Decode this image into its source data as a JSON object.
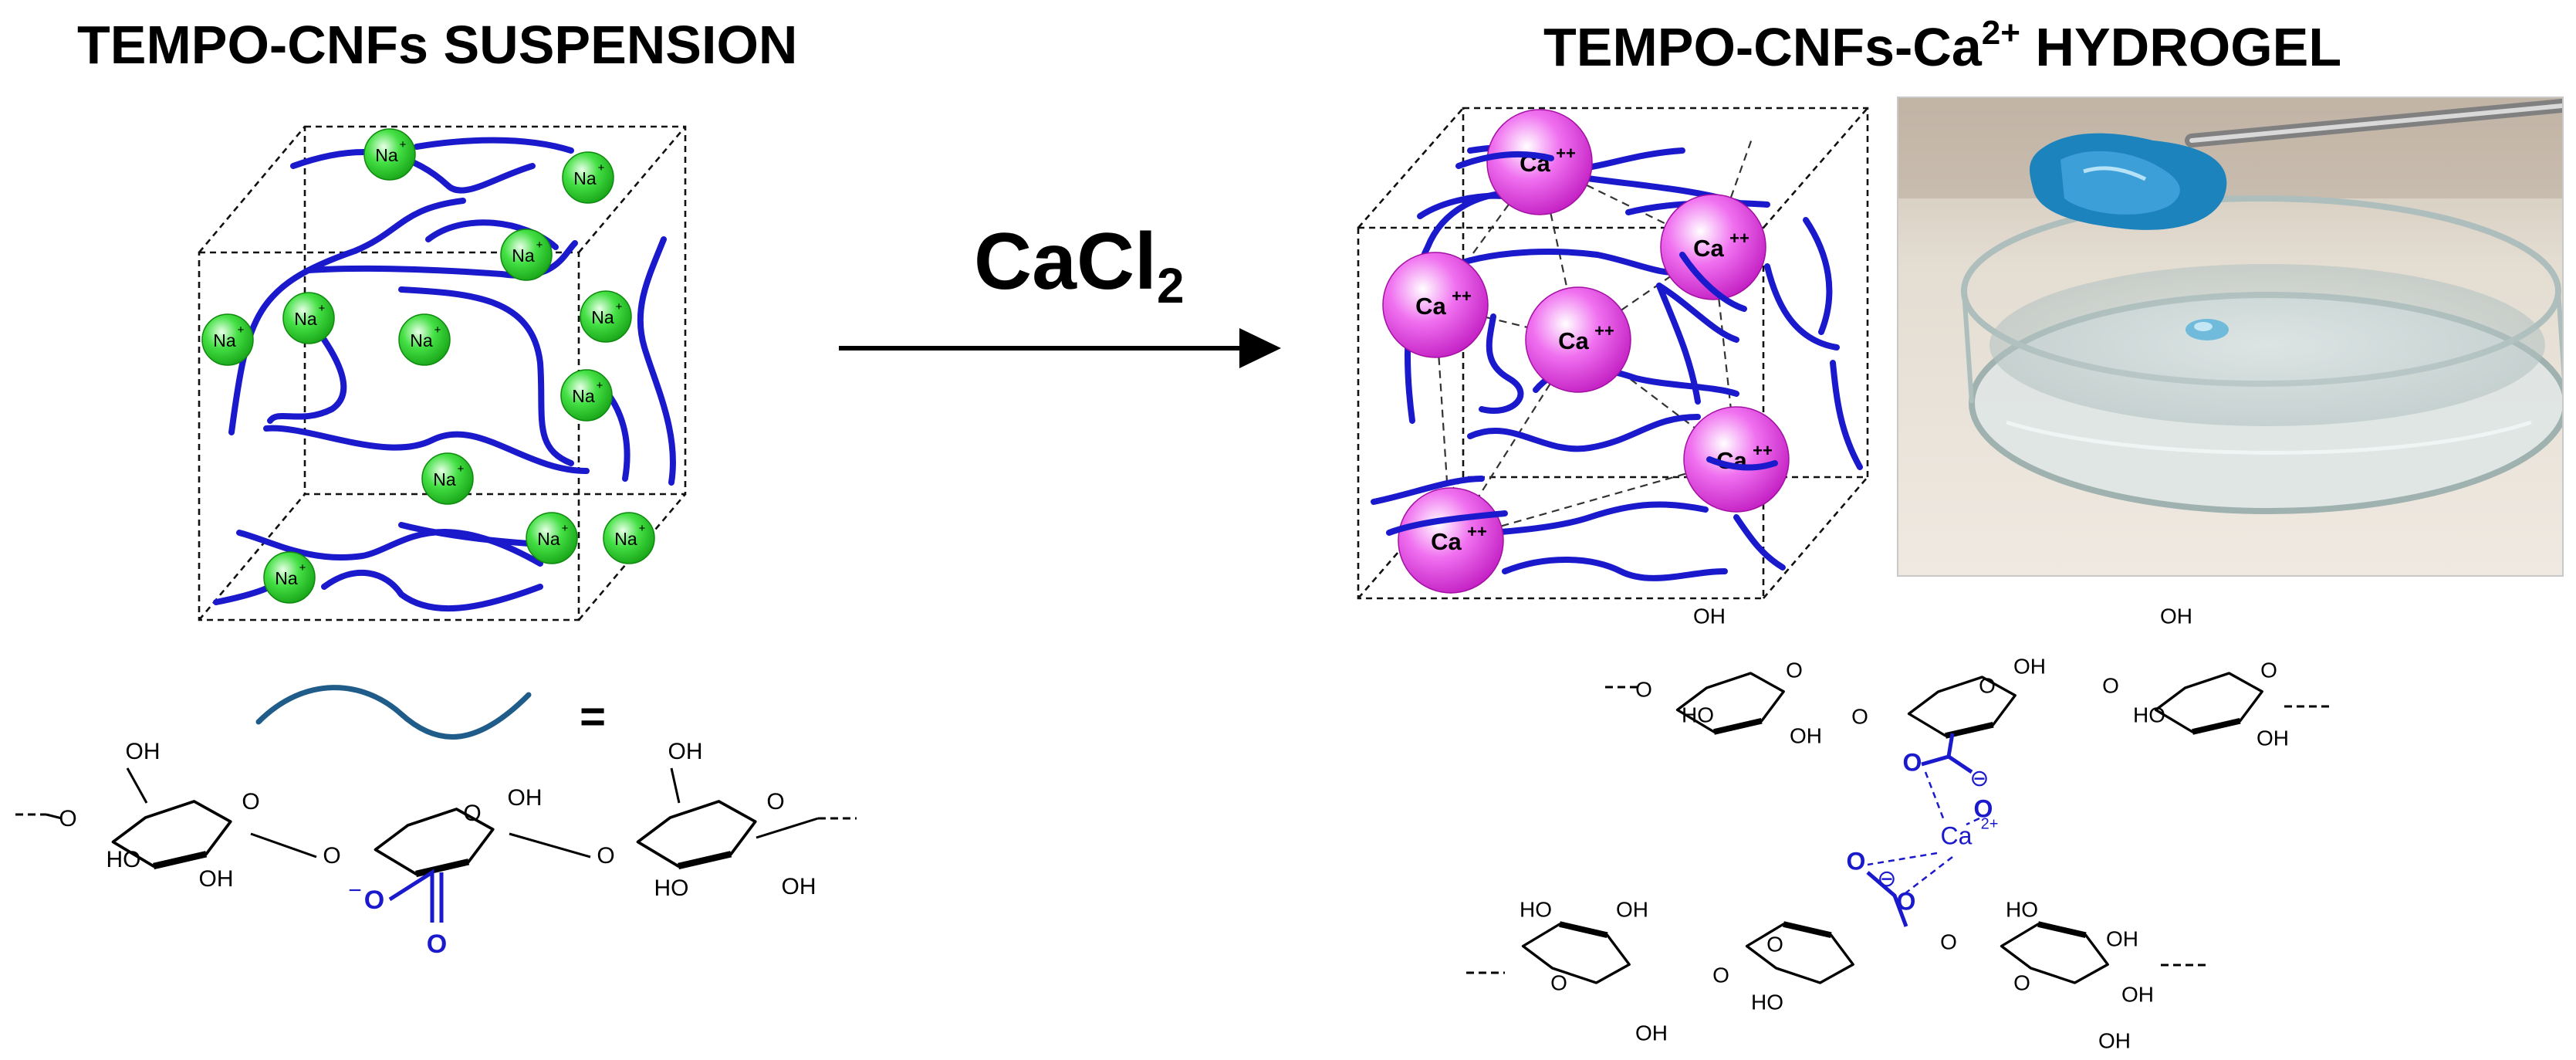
{
  "titles": {
    "left": "TEMPO-CNFs SUSPENSION",
    "right_main": "TEMPO-CNFs-Ca",
    "right_sup": "2+",
    "right_tail": " HYDROGEL"
  },
  "reagent": {
    "main": "CaCl",
    "sub": "2"
  },
  "legend": {
    "equals": "="
  },
  "ions": {
    "sodium": {
      "label": "Na",
      "charge": "+",
      "color": "#33dd33"
    },
    "calcium": {
      "label": "Ca",
      "charge": "++",
      "color": "#ee55ee"
    }
  },
  "colors": {
    "fiber": "#1a1acc",
    "fiber_legend": "#1f5c8a",
    "carboxyl": "#1a1acc",
    "ink": "#000000"
  },
  "chem": {
    "oh": "OH",
    "ho": "HO",
    "ring_o": "O",
    "carboxylate_o": "O",
    "carboxyl_minus": "−",
    "minus_circle": "⊖",
    "calcium": "Ca",
    "calcium_charge": "2+",
    "chain_end": "O"
  }
}
